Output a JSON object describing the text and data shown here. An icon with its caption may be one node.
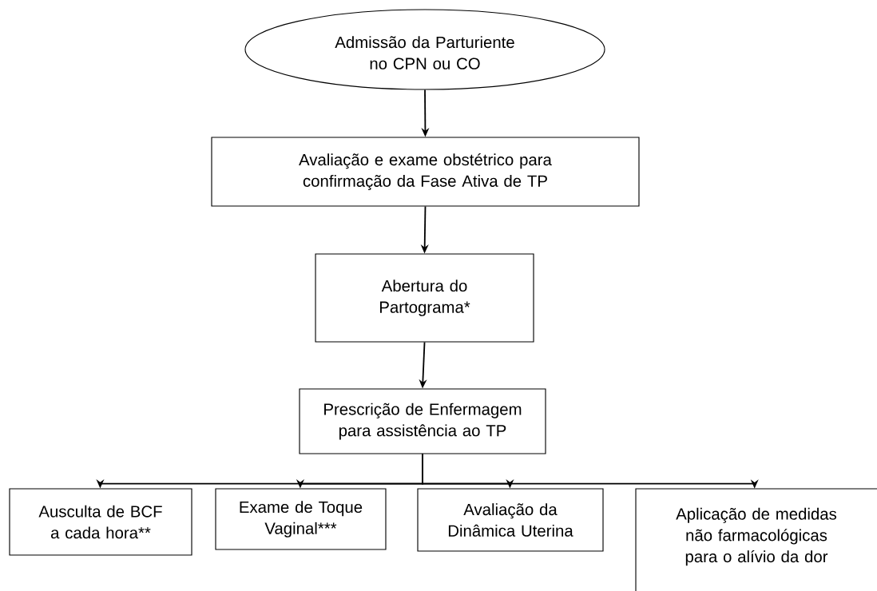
{
  "diagram": {
    "nodes": [
      {
        "text": [
          "Admissão da Parturiente no CPN ou CO"
        ]
      },
      {
        "text": [
          "Avaliação e exame obstétrico para confirmação da Fase Ativa de TP"
        ]
      },
      {
        "text": [
          "Abertura do Partograma*"
        ]
      },
      {
        "text": [
          "Prescrição de Enfermagem para assistência ao TP"
        ]
      },
      {
        "text": [
          "Ausculta de BCF a cada hora**"
        ]
      },
      {
        "text": [
          "Exame de Toque Vaginal***"
        ]
      },
      {
        "text": [
          "Avaliação da Dinâmica Uterina"
        ]
      },
      {
        "text": [
          "Aplicação de medidas não farmacológicas para o alívio da dor"
        ]
      }
    ],
    "edges": [
      {
        "from": 0,
        "to": 1,
        "arrow": "to"
      },
      {
        "from": 1,
        "to": 2,
        "arrow": "to"
      },
      {
        "from": 2,
        "to": 3,
        "arrow": "to"
      },
      {
        "from": 3,
        "to": 4,
        "arrow": "to"
      },
      {
        "from": 3,
        "to": 5,
        "arrow": "to"
      },
      {
        "from": 3,
        "to": 6,
        "arrow": "to"
      },
      {
        "from": 3,
        "to": 7,
        "arrow": "to"
      }
    ]
  }
}
